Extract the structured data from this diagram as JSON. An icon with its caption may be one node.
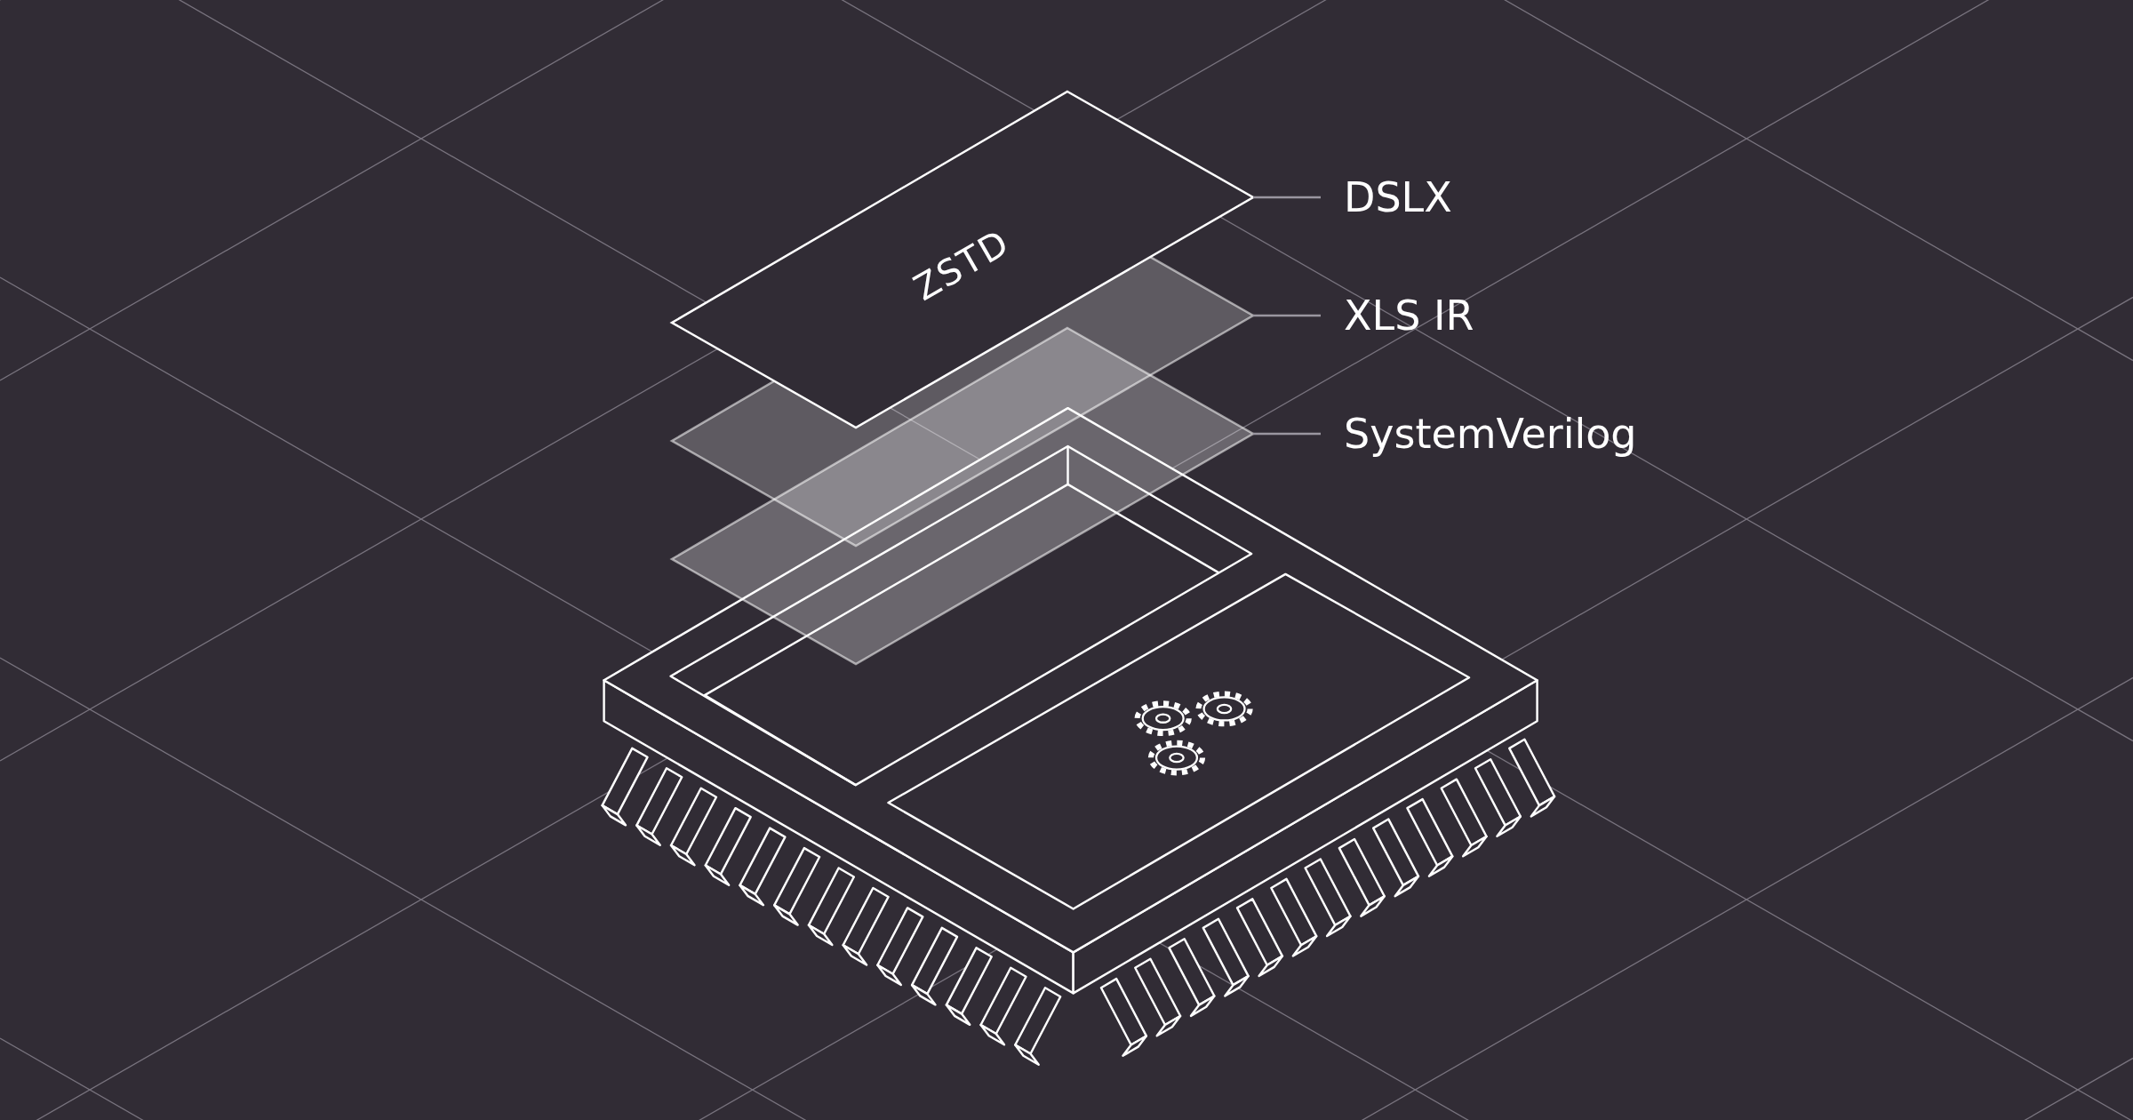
{
  "diagram": {
    "nodes": [
      {
        "text": [
          "ZSTD"
        ]
      },
      {
        "text": [
          "DSLX"
        ]
      },
      {
        "text": [],
        "shape": "box"
      },
      {
        "text": [
          "XLS IR"
        ]
      },
      {
        "text": [],
        "shape": "box"
      },
      {
        "text": [
          "SystemVerilog"
        ]
      }
    ],
    "edges": [
      {
        "from": 1,
        "to": 0,
        "arrow": "none"
      },
      {
        "from": 3,
        "to": 2,
        "arrow": "none"
      },
      {
        "from": 5,
        "to": 4,
        "arrow": "none"
      }
    ]
  }
}
